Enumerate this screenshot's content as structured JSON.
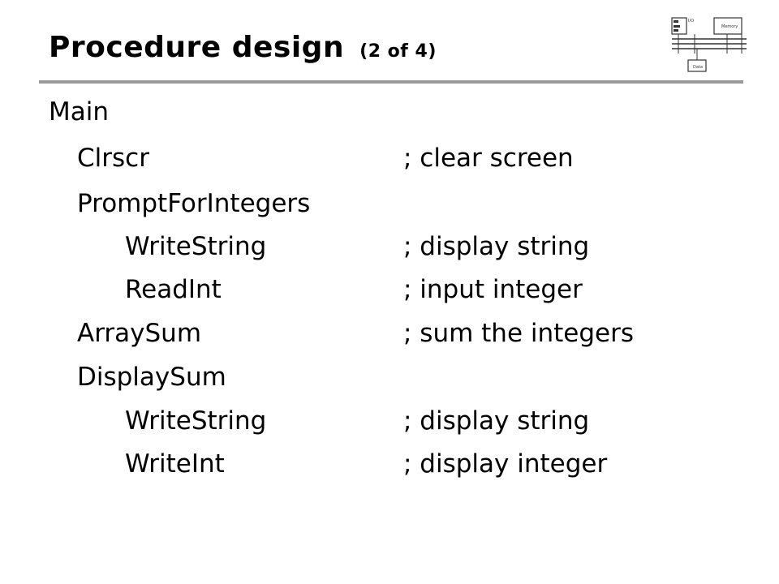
{
  "slide": {
    "title": "Procedure design",
    "subtitle": "(2 of 4)"
  },
  "logo": {
    "icon": "computer-architecture-diagram-icon",
    "colors": {
      "stroke": "#333333",
      "fill": "#ffffff"
    }
  },
  "outline": [
    {
      "name": "Main",
      "comment": ""
    },
    {
      "name": "Clrscr",
      "comment": "; clear screen"
    },
    {
      "name": "PromptForIntegers",
      "comment": ""
    },
    {
      "name": "WriteString",
      "comment": "; display string"
    },
    {
      "name": "ReadInt",
      "comment": "; input integer"
    },
    {
      "name": "ArraySum",
      "comment": "; sum the integers"
    },
    {
      "name": "DisplaySum",
      "comment": ""
    },
    {
      "name": "WriteString",
      "comment": "; display string"
    },
    {
      "name": "WriteInt",
      "comment": "; display integer"
    }
  ],
  "colors": {
    "rule": "#999999",
    "text": "#000000"
  }
}
